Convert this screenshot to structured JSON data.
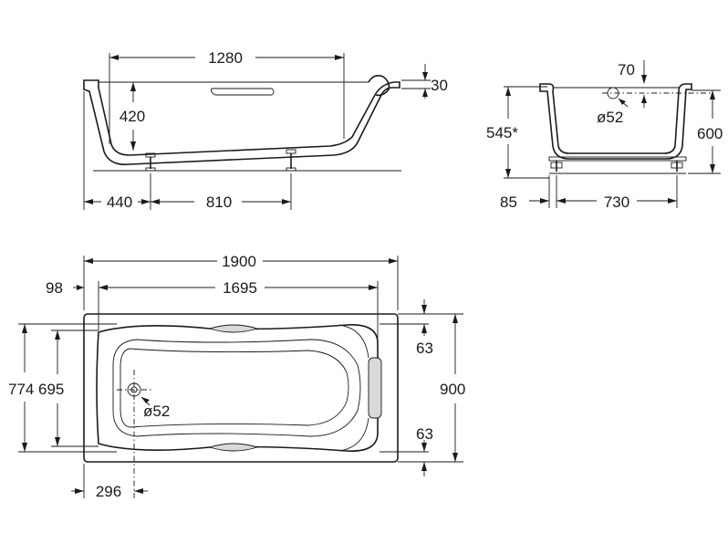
{
  "side_view": {
    "dim_length_top": "1280",
    "dim_depth": "420",
    "dim_rim": "30",
    "dim_left_offset": "440",
    "dim_leg_spacing": "810"
  },
  "end_view": {
    "dim_drain_offset": "70",
    "dim_drain_diameter": "ø52",
    "dim_height_inner": "545*",
    "dim_height_total": "600",
    "dim_leg_offset": "85",
    "dim_leg_width": "730"
  },
  "plan_view": {
    "dim_overall_length": "1900",
    "dim_inner_length": "1695",
    "dim_left_margin": "98",
    "dim_outer_width": "774",
    "dim_inner_width": "695",
    "dim_drain_diameter": "ø52",
    "dim_top_margin": "63",
    "dim_bottom_margin": "63",
    "dim_overall_width": "900",
    "dim_drain_offset": "296"
  }
}
